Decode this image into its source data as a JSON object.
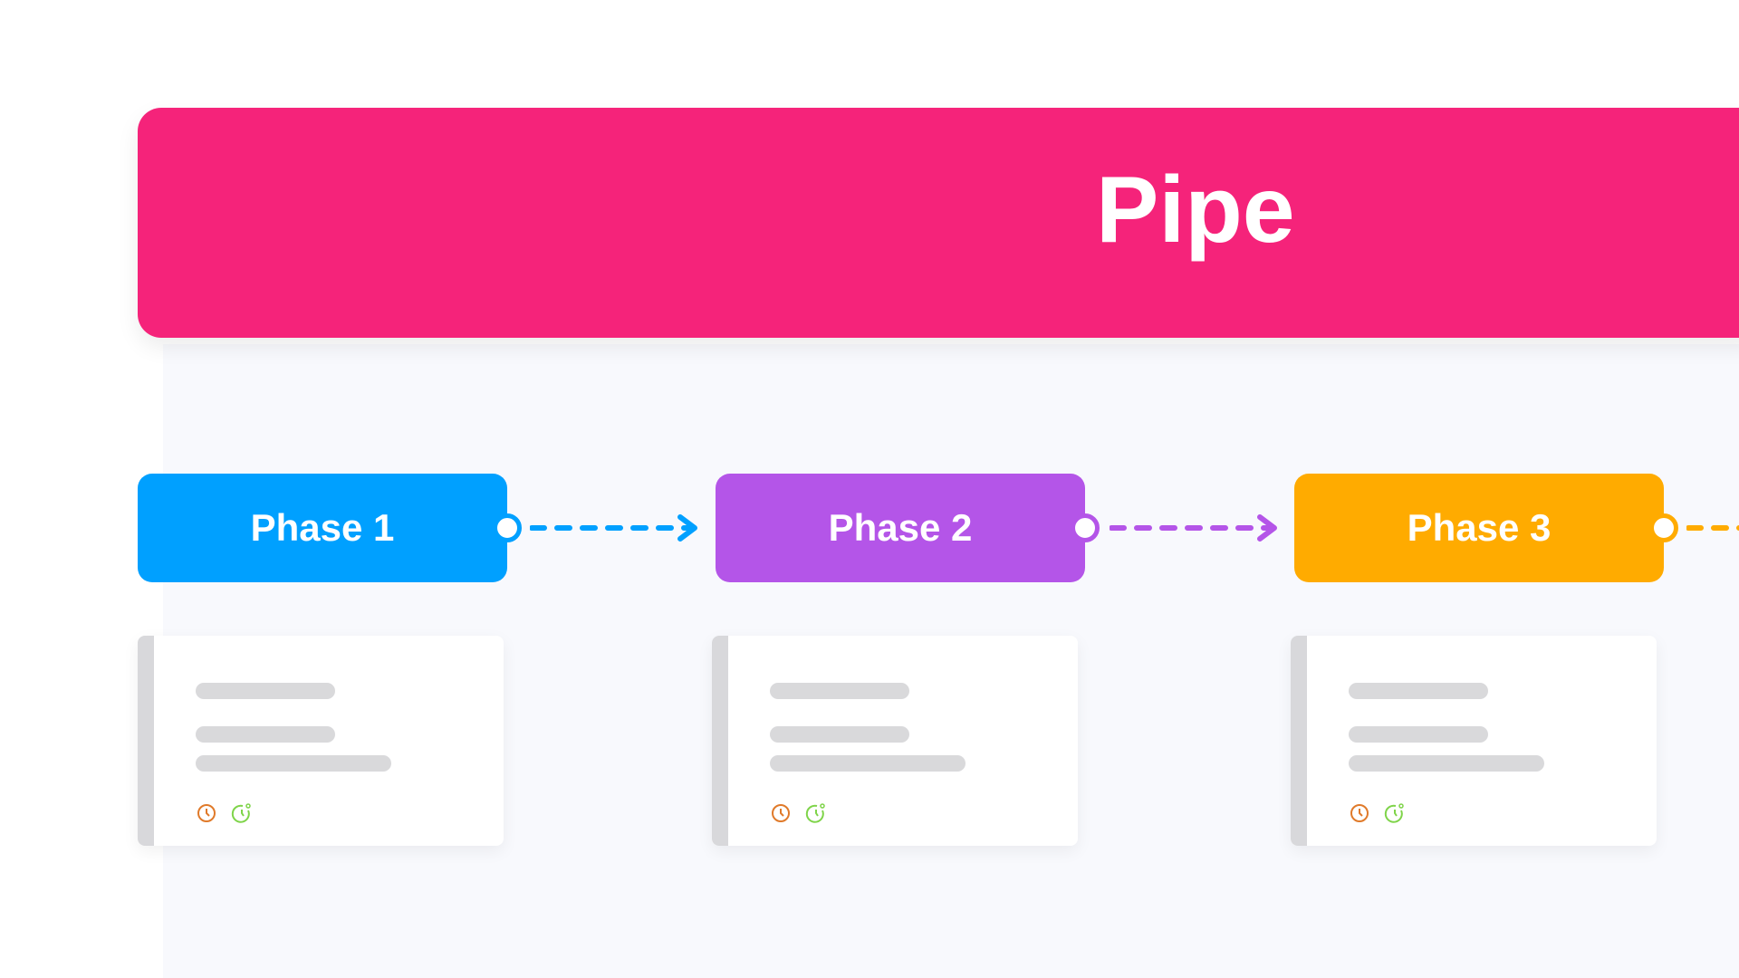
{
  "header": {
    "title": "Pipe",
    "color": "#f5237a"
  },
  "phases": [
    {
      "label": "Phase 1",
      "color": "#00a0ff"
    },
    {
      "label": "Phase 2",
      "color": "#b455e8"
    },
    {
      "label": "Phase 3",
      "color": "#ffab00"
    }
  ],
  "card_icons": [
    "clock-icon",
    "clock-check-icon"
  ]
}
